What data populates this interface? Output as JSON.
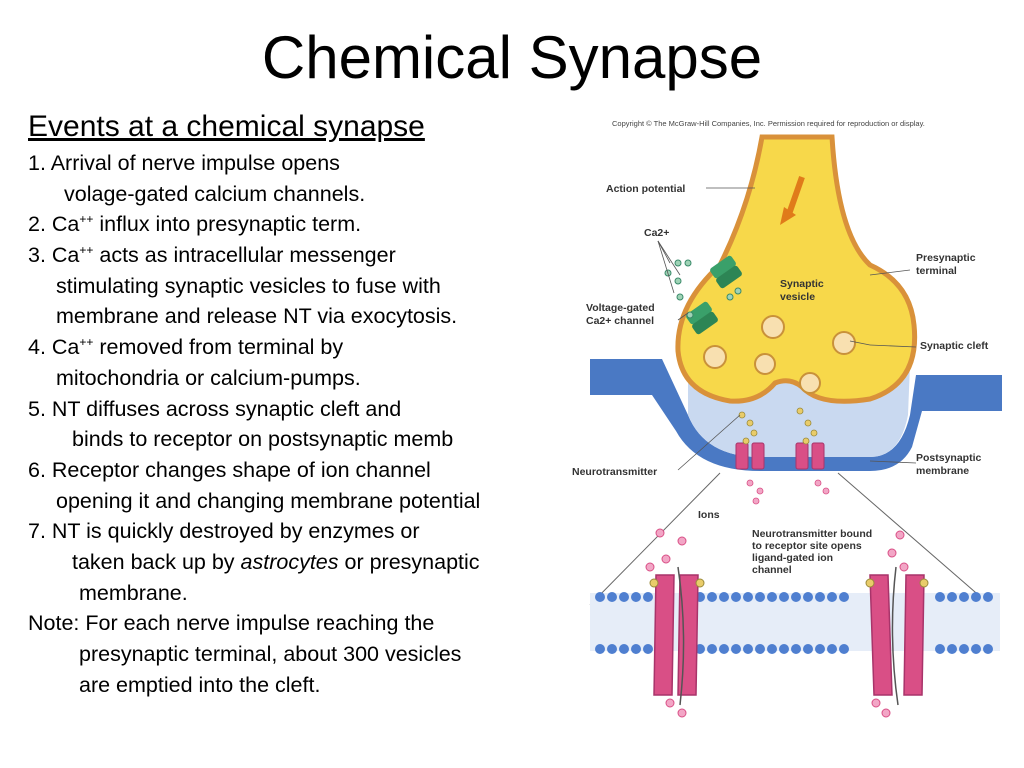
{
  "slide": {
    "title": "Chemical Synapse",
    "heading": "Events at a chemical synapse",
    "lines": [
      {
        "text": "1. Arrival of nerve impulse opens"
      },
      {
        "text": "volage-gated calcium channels."
      },
      {
        "pre": "2. Ca",
        "sup": "++",
        "post": " influx into presynaptic term."
      },
      {
        "pre": "3. Ca",
        "sup": "++",
        "post": " acts as intracellular messenger"
      },
      {
        "text": "stimulating synaptic vesicles to fuse with"
      },
      {
        "text": "membrane and release NT via exocytosis."
      },
      {
        "pre": "4. Ca",
        "sup": "++",
        "post": " removed from terminal by"
      },
      {
        "text": "mitochondria or calcium-pumps."
      },
      {
        "text": "5. NT diffuses across synaptic cleft and"
      },
      {
        "text": "binds to receptor on postsynaptic memb"
      },
      {
        "text": "6. Receptor changes shape of ion channel"
      },
      {
        "text": "opening it and changing membrane potential"
      },
      {
        "text": "7. NT is quickly destroyed by enzymes or"
      },
      {
        "pre": "taken back up by ",
        "em": "astrocytes",
        "post": " or presynaptic"
      },
      {
        "text": "membrane."
      },
      {
        "text": "Note: For each nerve impulse reaching the"
      },
      {
        "text": "presynaptic terminal, about 300 vesicles"
      },
      {
        "text": "are emptied into the cleft."
      }
    ]
  },
  "diagram": {
    "copyright": "Copyright © The McGraw-Hill Companies, Inc. Permission required for reproduction or display.",
    "labels": {
      "action_potential": "Action potential",
      "ca": "Ca2+",
      "presynaptic_terminal": [
        "Presynaptic",
        "terminal"
      ],
      "synaptic_vesicle": [
        "Synaptic",
        "vesicle"
      ],
      "voltage_gated": [
        "Voltage-gated",
        "Ca2+ channel"
      ],
      "synaptic_cleft": "Synaptic cleft",
      "postsynaptic_membrane": [
        "Postsynaptic",
        "membrane"
      ],
      "neurotransmitter": "Neurotransmitter",
      "ions": "Ions",
      "nt_bound": [
        "Neurotransmitter bound",
        "to receptor site opens",
        "ligand-gated ion",
        "channel"
      ]
    },
    "colors": {
      "terminal_fill": "#f7d84a",
      "terminal_edge": "#d9913a",
      "cleft_blue": "#4a79c4",
      "receptor_pink": "#d94f86",
      "vesicle": "#f8e0b0",
      "channel_green": "#3aa06a",
      "ion_pink": "#f2a6c6"
    }
  }
}
